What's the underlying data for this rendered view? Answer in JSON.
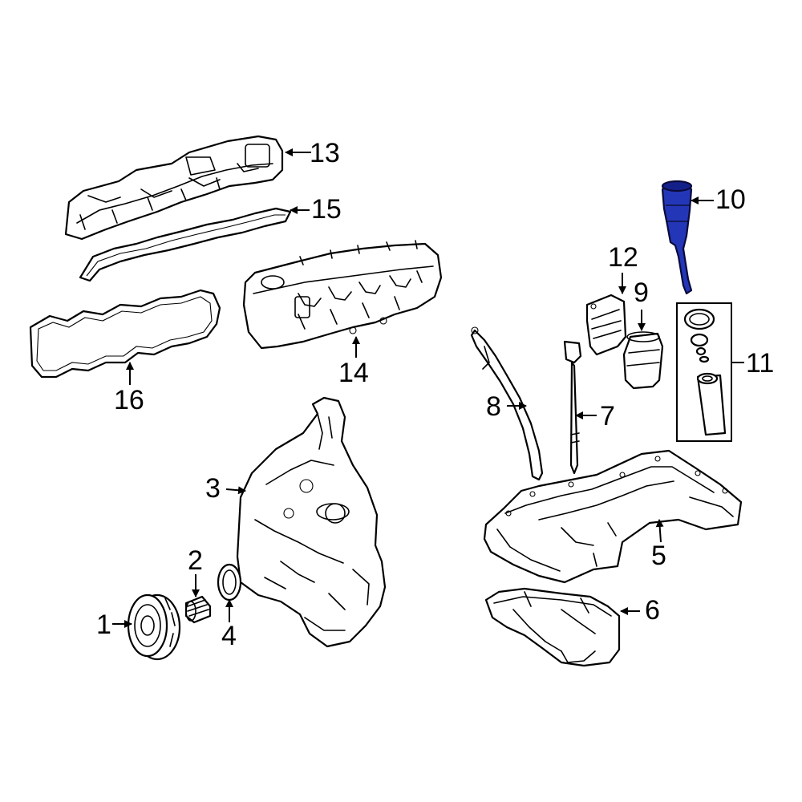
{
  "callouts": [
    {
      "id": "1",
      "label": "1"
    },
    {
      "id": "2",
      "label": "2"
    },
    {
      "id": "3",
      "label": "3"
    },
    {
      "id": "4",
      "label": "4"
    },
    {
      "id": "5",
      "label": "5"
    },
    {
      "id": "6",
      "label": "6"
    },
    {
      "id": "7",
      "label": "7"
    },
    {
      "id": "8",
      "label": "8"
    },
    {
      "id": "9",
      "label": "9"
    },
    {
      "id": "10",
      "label": "10"
    },
    {
      "id": "11",
      "label": "11"
    },
    {
      "id": "12",
      "label": "12"
    },
    {
      "id": "13",
      "label": "13"
    },
    {
      "id": "14",
      "label": "14"
    },
    {
      "id": "15",
      "label": "15"
    },
    {
      "id": "16",
      "label": "16"
    }
  ],
  "highlight": {
    "part": "10",
    "color": "#2436b8",
    "color_dark": "#14208a"
  },
  "colors": {
    "line": "#000000",
    "background": "#ffffff"
  }
}
